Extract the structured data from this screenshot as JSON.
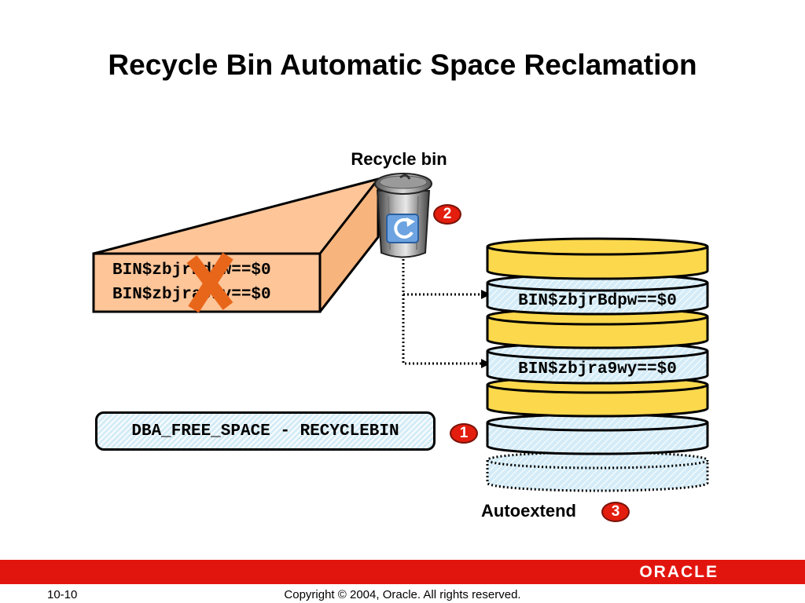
{
  "slide": {
    "title": "Recycle Bin Automatic Space Reclamation",
    "recycle_bin_label": "Recycle bin",
    "bin_entries": [
      "BIN$zbjrBdpw==$0",
      "BIN$zbjra9wy==$0"
    ],
    "segment_labels": [
      "BIN$zbjrBdpw==$0",
      "BIN$zbjra9wy==$0"
    ],
    "free_space_formula": "DBA_FREE_SPACE - RECYCLEBIN",
    "autoextend_label": "Autoextend",
    "badges": {
      "free_space": "1",
      "recycle_bin": "2",
      "autoextend": "3"
    }
  },
  "footer": {
    "page_number": "10-10",
    "copyright": "Copyright © 2004, Oracle.  All rights reserved.",
    "logo_text": "ORACLE"
  },
  "colors": {
    "box_fill": "#fdc598",
    "segment_yellow": "#fcd84c",
    "segment_blue": "#d4ecf7",
    "badge_red": "#e31e0e",
    "footer_red": "#e2150e",
    "delete_mark": "#e8661a"
  },
  "icons": [
    "trash-can-icon",
    "recycle-arrow-icon",
    "delete-x-icon"
  ]
}
